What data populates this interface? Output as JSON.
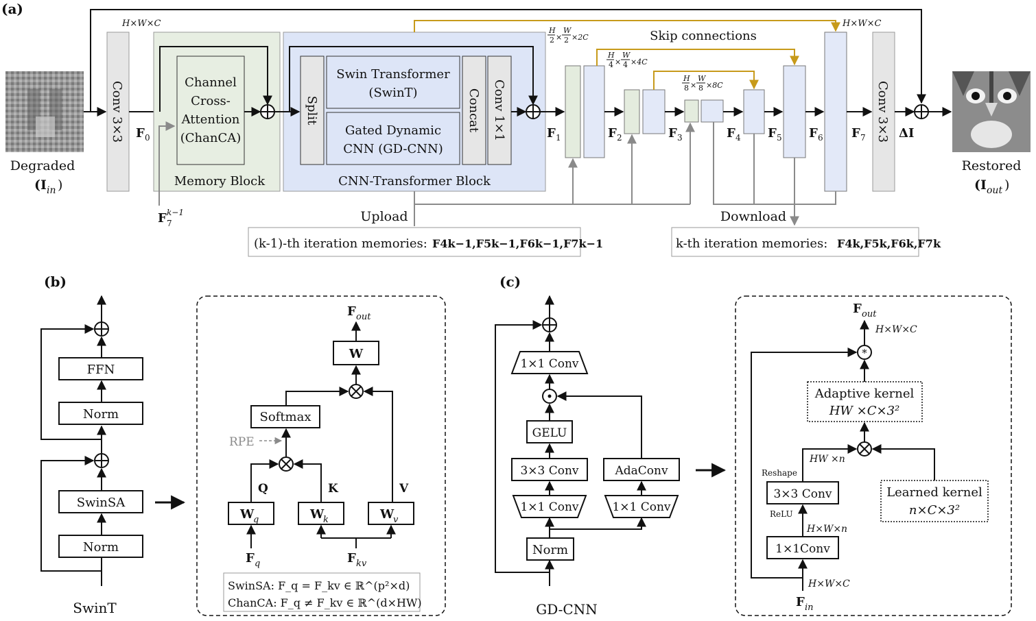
{
  "panel_a": {
    "tag": "(a)",
    "degraded_label": "Degraded",
    "degraded_sym": "(I",
    "degraded_sub": "in",
    "restored_label": "Restored",
    "restored_sym": "(I",
    "restored_sub": "out",
    "conv_in": "Conv 3×3",
    "conv_out": "Conv 3×3",
    "dim_hwc_left": "H×W×C",
    "dim_hwc_right": "H×W×C",
    "dim_half_frac_h": "H",
    "dim_half_frac_w": "W",
    "dim_half_den": "2",
    "dim_half_c": "×2C",
    "dim_quarter_den": "4",
    "dim_quarter_c": "×4C",
    "dim_eighth_den": "8",
    "dim_eighth_c": "×8C",
    "skip_label": "Skip connections",
    "memory_block": {
      "inner": [
        "Channel",
        "Cross-",
        "Attention",
        "(ChanCA)"
      ],
      "label": "Memory Block"
    },
    "cnn_transformer_block": {
      "split": "Split",
      "swin": [
        "Swin Transformer",
        "(SwinT)"
      ],
      "gdcnn": [
        "Gated Dynamic",
        "CNN (GD-CNN)"
      ],
      "concat": "Concat",
      "conv1x1": "Conv 1×1",
      "label": "CNN-Transformer Block"
    },
    "features": [
      "F",
      "F",
      "F",
      "F",
      "F",
      "F",
      "F",
      "F"
    ],
    "feature_subs": [
      "0",
      "1",
      "2",
      "3",
      "4",
      "5",
      "6",
      "7"
    ],
    "delta": "ΔI",
    "f7_prev": "F",
    "f7_prev_sub": "7",
    "f7_prev_sup": "k−1",
    "upload": "Upload",
    "download": "Download",
    "prev_mem_label": "(k-1)-th iteration memories:",
    "prev_mem_value": "F4k−1,F5k−1,F6k−1,F7k−1",
    "cur_mem_label": "k-th iteration memories:",
    "cur_mem_value": "F4k,F5k,F6k,F7k"
  },
  "panel_b": {
    "tag": "(b)",
    "ffn": "FFN",
    "norm_top": "Norm",
    "swinsa": "SwinSA",
    "norm_bottom": "Norm",
    "caption": "SwinT",
    "f_out": "F",
    "f_out_sub": "out",
    "w": "W",
    "softmax": "Softmax",
    "rpe": "RPE",
    "q": "Q",
    "k": "K",
    "v": "V",
    "wq": "W",
    "wq_sub": "q",
    "wk": "W",
    "wk_sub": "k",
    "wv": "W",
    "wv_sub": "v",
    "fq": "F",
    "fq_sub": "q",
    "fkv": "F",
    "fkv_sub": "kv",
    "note_swin": "SwinSA:  F_q = F_kv ∈ ℝ^(p²×d)",
    "note_chan": "ChanCA:  F_q ≠ F_kv ∈ ℝ^(d×HW)"
  },
  "panel_c": {
    "tag": "(c)",
    "conv_top": "1×1 Conv",
    "gelu": "GELU",
    "conv3": "3×3 Conv",
    "conv1_left": "1×1 Conv",
    "adaconv": "AdaConv",
    "conv1_right": "1×1 Conv",
    "norm": "Norm",
    "caption": "GD-CNN",
    "f_out": "F",
    "f_out_sub": "out",
    "hwc_top": "H×W×C",
    "adaptive_kernel": [
      "Adaptive kernel",
      "HW ×C×3²"
    ],
    "hw_n": "HW ×n",
    "reshape": "Reshape",
    "conv3x3": "3×3 Conv",
    "relu": "ReLU",
    "hwn": "H×W×n",
    "conv1x1": "1×1Conv",
    "learned_kernel": [
      "Learned kernel",
      "n×C×3²"
    ],
    "hwc_bottom": "H×W×C",
    "f_in": "F",
    "f_in_sub": "in"
  },
  "colors": {
    "memory_block_fill": "#e7eee2",
    "cnn_block_fill": "#dde5f7",
    "encoder_fill": "#e4ecde",
    "decoder_fill": "#e3e9f8",
    "conv_fill": "#e6e6e6",
    "skip_arrow": "#c79a1a",
    "grey_arrow": "#8a8a8a"
  }
}
